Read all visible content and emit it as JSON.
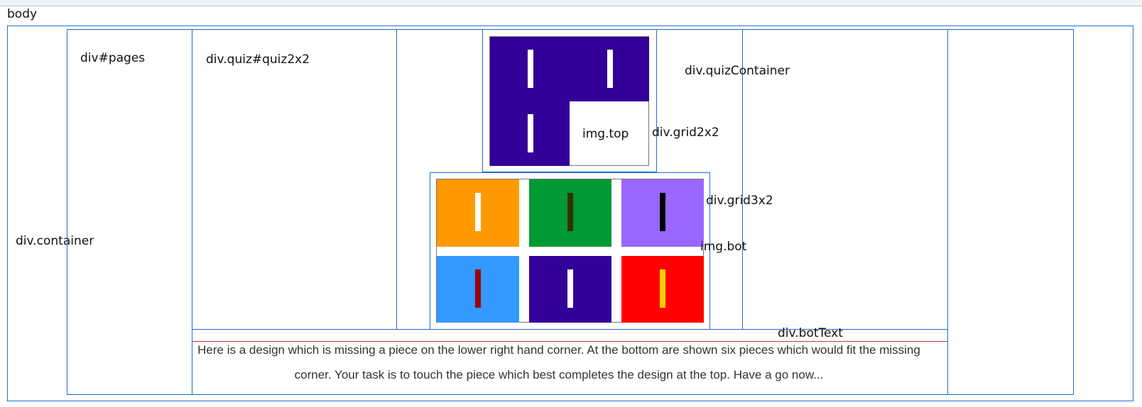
{
  "labels": {
    "body": "body",
    "container": "div.container",
    "pages": "div#pages",
    "quiz": "div.quiz#quiz2x2",
    "quiz_container": "div.quizContainer",
    "img_top": "img.top",
    "grid2x2": "div.grid2x2",
    "grid3x2": "div.grid3x2",
    "img_bot": "img.bot",
    "bot_text": "div.botText"
  },
  "instructions": "Here is a design which is missing a piece on the lower right hand corner. At the bottom are shown six pieces which would fit the missing corner. Your task is to touch the piece which best completes the design at the top. Have a go now...",
  "colors": {
    "outline": "#1f6fd0",
    "divider": "#c0392b",
    "design_background": "#330099"
  },
  "top_design": {
    "background": "#330099",
    "bar_color": "#ffffff",
    "missing_cell": "lower-right"
  },
  "pieces": [
    {
      "background": "#ff9900",
      "bar": "#ffffff"
    },
    {
      "background": "#009933",
      "bar": "#333300"
    },
    {
      "background": "#9966ff",
      "bar": "#000000"
    },
    {
      "background": "#3399ff",
      "bar": "#990000"
    },
    {
      "background": "#330099",
      "bar": "#ffffff"
    },
    {
      "background": "#ff0000",
      "bar": "#ffcc00"
    }
  ]
}
